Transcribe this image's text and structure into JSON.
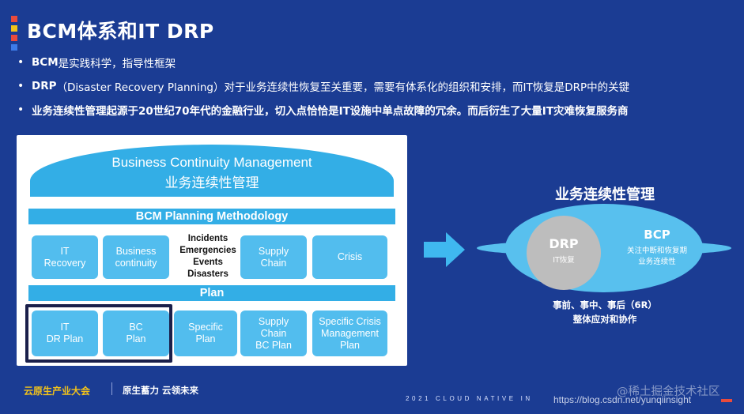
{
  "slide": {
    "title": "BCM体系和IT DRP",
    "accent_colors": [
      "#e94b3c",
      "#f2c21a",
      "#e94b3c",
      "#3d7be8"
    ]
  },
  "bullets": [
    {
      "bold": "BCM",
      "text": " 是实践科学，指导性框架"
    },
    {
      "bold": "DRP",
      "text": "（Disaster Recovery Planning）对于业务连续性恢复至关重要，需要有体系化的组织和安排，而IT恢复是DRP中的关键"
    },
    {
      "bold": "",
      "text": "业务连续性管理起源于20世纪70年代的金融行业，切入点恰恰是IT设施中单点故障的冗余。而后衍生了大量IT灾难恢复服务商"
    }
  ],
  "diagram": {
    "bcm_en": "Business Continuity Management",
    "bcm_cn": "业务连续性管理",
    "methodology": "BCM Planning Methodology",
    "row1": [
      "IT\nRecovery",
      "Business\ncontinuity",
      "Supply\nChain",
      "Crisis"
    ],
    "incidents": "Incidents\nEmergencies\nEvents\nDisasters",
    "plan": "Plan",
    "row2": [
      "IT\nDR Plan",
      "BC\nPlan",
      "Specific\nPlan",
      "Supply\nChain\nBC Plan",
      "Specific Crisis\nManagement\nPlan"
    ]
  },
  "right": {
    "title": "业务连续性管理",
    "drp_title": "DRP",
    "drp_sub": "IT恢复",
    "bcp_title": "BCP",
    "bcp_line1": "关注中断和恢复期",
    "bcp_line2": "业务连续性",
    "caption1": "事前、事中、事后（6R）",
    "caption2": "整体应对和协作"
  },
  "footer": {
    "brand": "云原生产业大会",
    "slogan": "原生蓄力 云领未来",
    "conference": "2021 CLOUD NATIVE IN",
    "url": "https://blog.csdn.net/yunqiinsight",
    "watermark": "@稀土掘金技术社区"
  },
  "colors": {
    "background": "#1b3c93",
    "card": "#52bdee",
    "band": "#33aee6",
    "drp_circle": "#bdbdbd",
    "lens": "#58c0ee"
  }
}
